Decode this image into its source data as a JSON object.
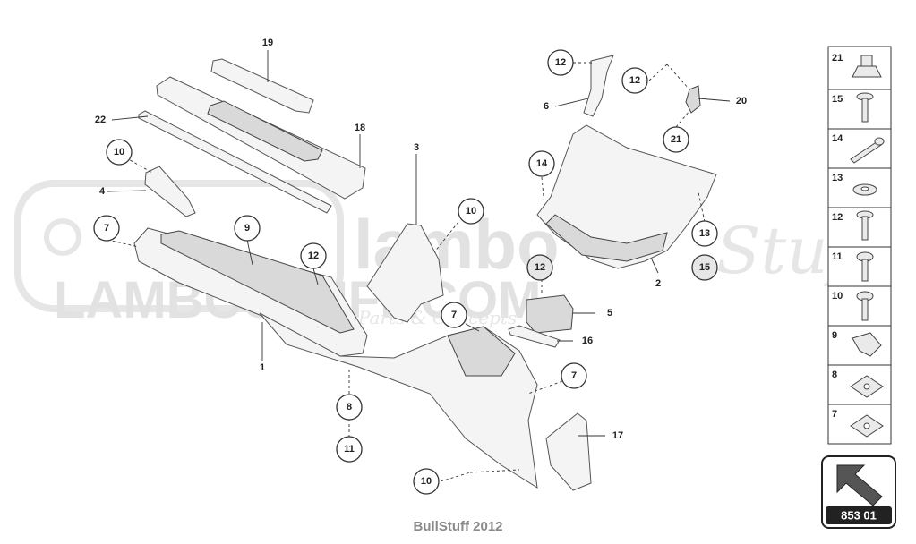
{
  "watermark": {
    "brand": "lambo",
    "script": "Stuff",
    "url": "LAMBOSTUFF.COM",
    "tagline": "Parts & Concepts"
  },
  "callouts": [
    {
      "id": "c1",
      "label": "19"
    },
    {
      "id": "c2",
      "label": "22"
    },
    {
      "id": "c3",
      "label": "18"
    },
    {
      "id": "c4",
      "label": "10"
    },
    {
      "id": "c5",
      "label": "4"
    },
    {
      "id": "c6",
      "label": "7"
    },
    {
      "id": "c7",
      "label": "9"
    },
    {
      "id": "c8",
      "label": "12"
    },
    {
      "id": "c9",
      "label": "3"
    },
    {
      "id": "c10",
      "label": "10"
    },
    {
      "id": "c11",
      "label": "1"
    },
    {
      "id": "c12",
      "label": "8"
    },
    {
      "id": "c13",
      "label": "11"
    },
    {
      "id": "c14",
      "label": "7"
    },
    {
      "id": "c15",
      "label": "12"
    },
    {
      "id": "c16",
      "label": "5"
    },
    {
      "id": "c17",
      "label": "16"
    },
    {
      "id": "c18",
      "label": "7"
    },
    {
      "id": "c19",
      "label": "17"
    },
    {
      "id": "c20",
      "label": "10"
    },
    {
      "id": "c21",
      "label": "12"
    },
    {
      "id": "c22",
      "label": "6"
    },
    {
      "id": "c23",
      "label": "12"
    },
    {
      "id": "c24",
      "label": "20"
    },
    {
      "id": "c25",
      "label": "21"
    },
    {
      "id": "c26",
      "label": "14"
    },
    {
      "id": "c27",
      "label": "2"
    },
    {
      "id": "c28",
      "label": "13"
    },
    {
      "id": "c29",
      "label": "15"
    }
  ],
  "legend": {
    "items": [
      "21",
      "15",
      "14",
      "13",
      "12",
      "11",
      "10",
      "9",
      "8",
      "7"
    ],
    "reference": "853 01"
  },
  "footer": "BullStuff 2012"
}
